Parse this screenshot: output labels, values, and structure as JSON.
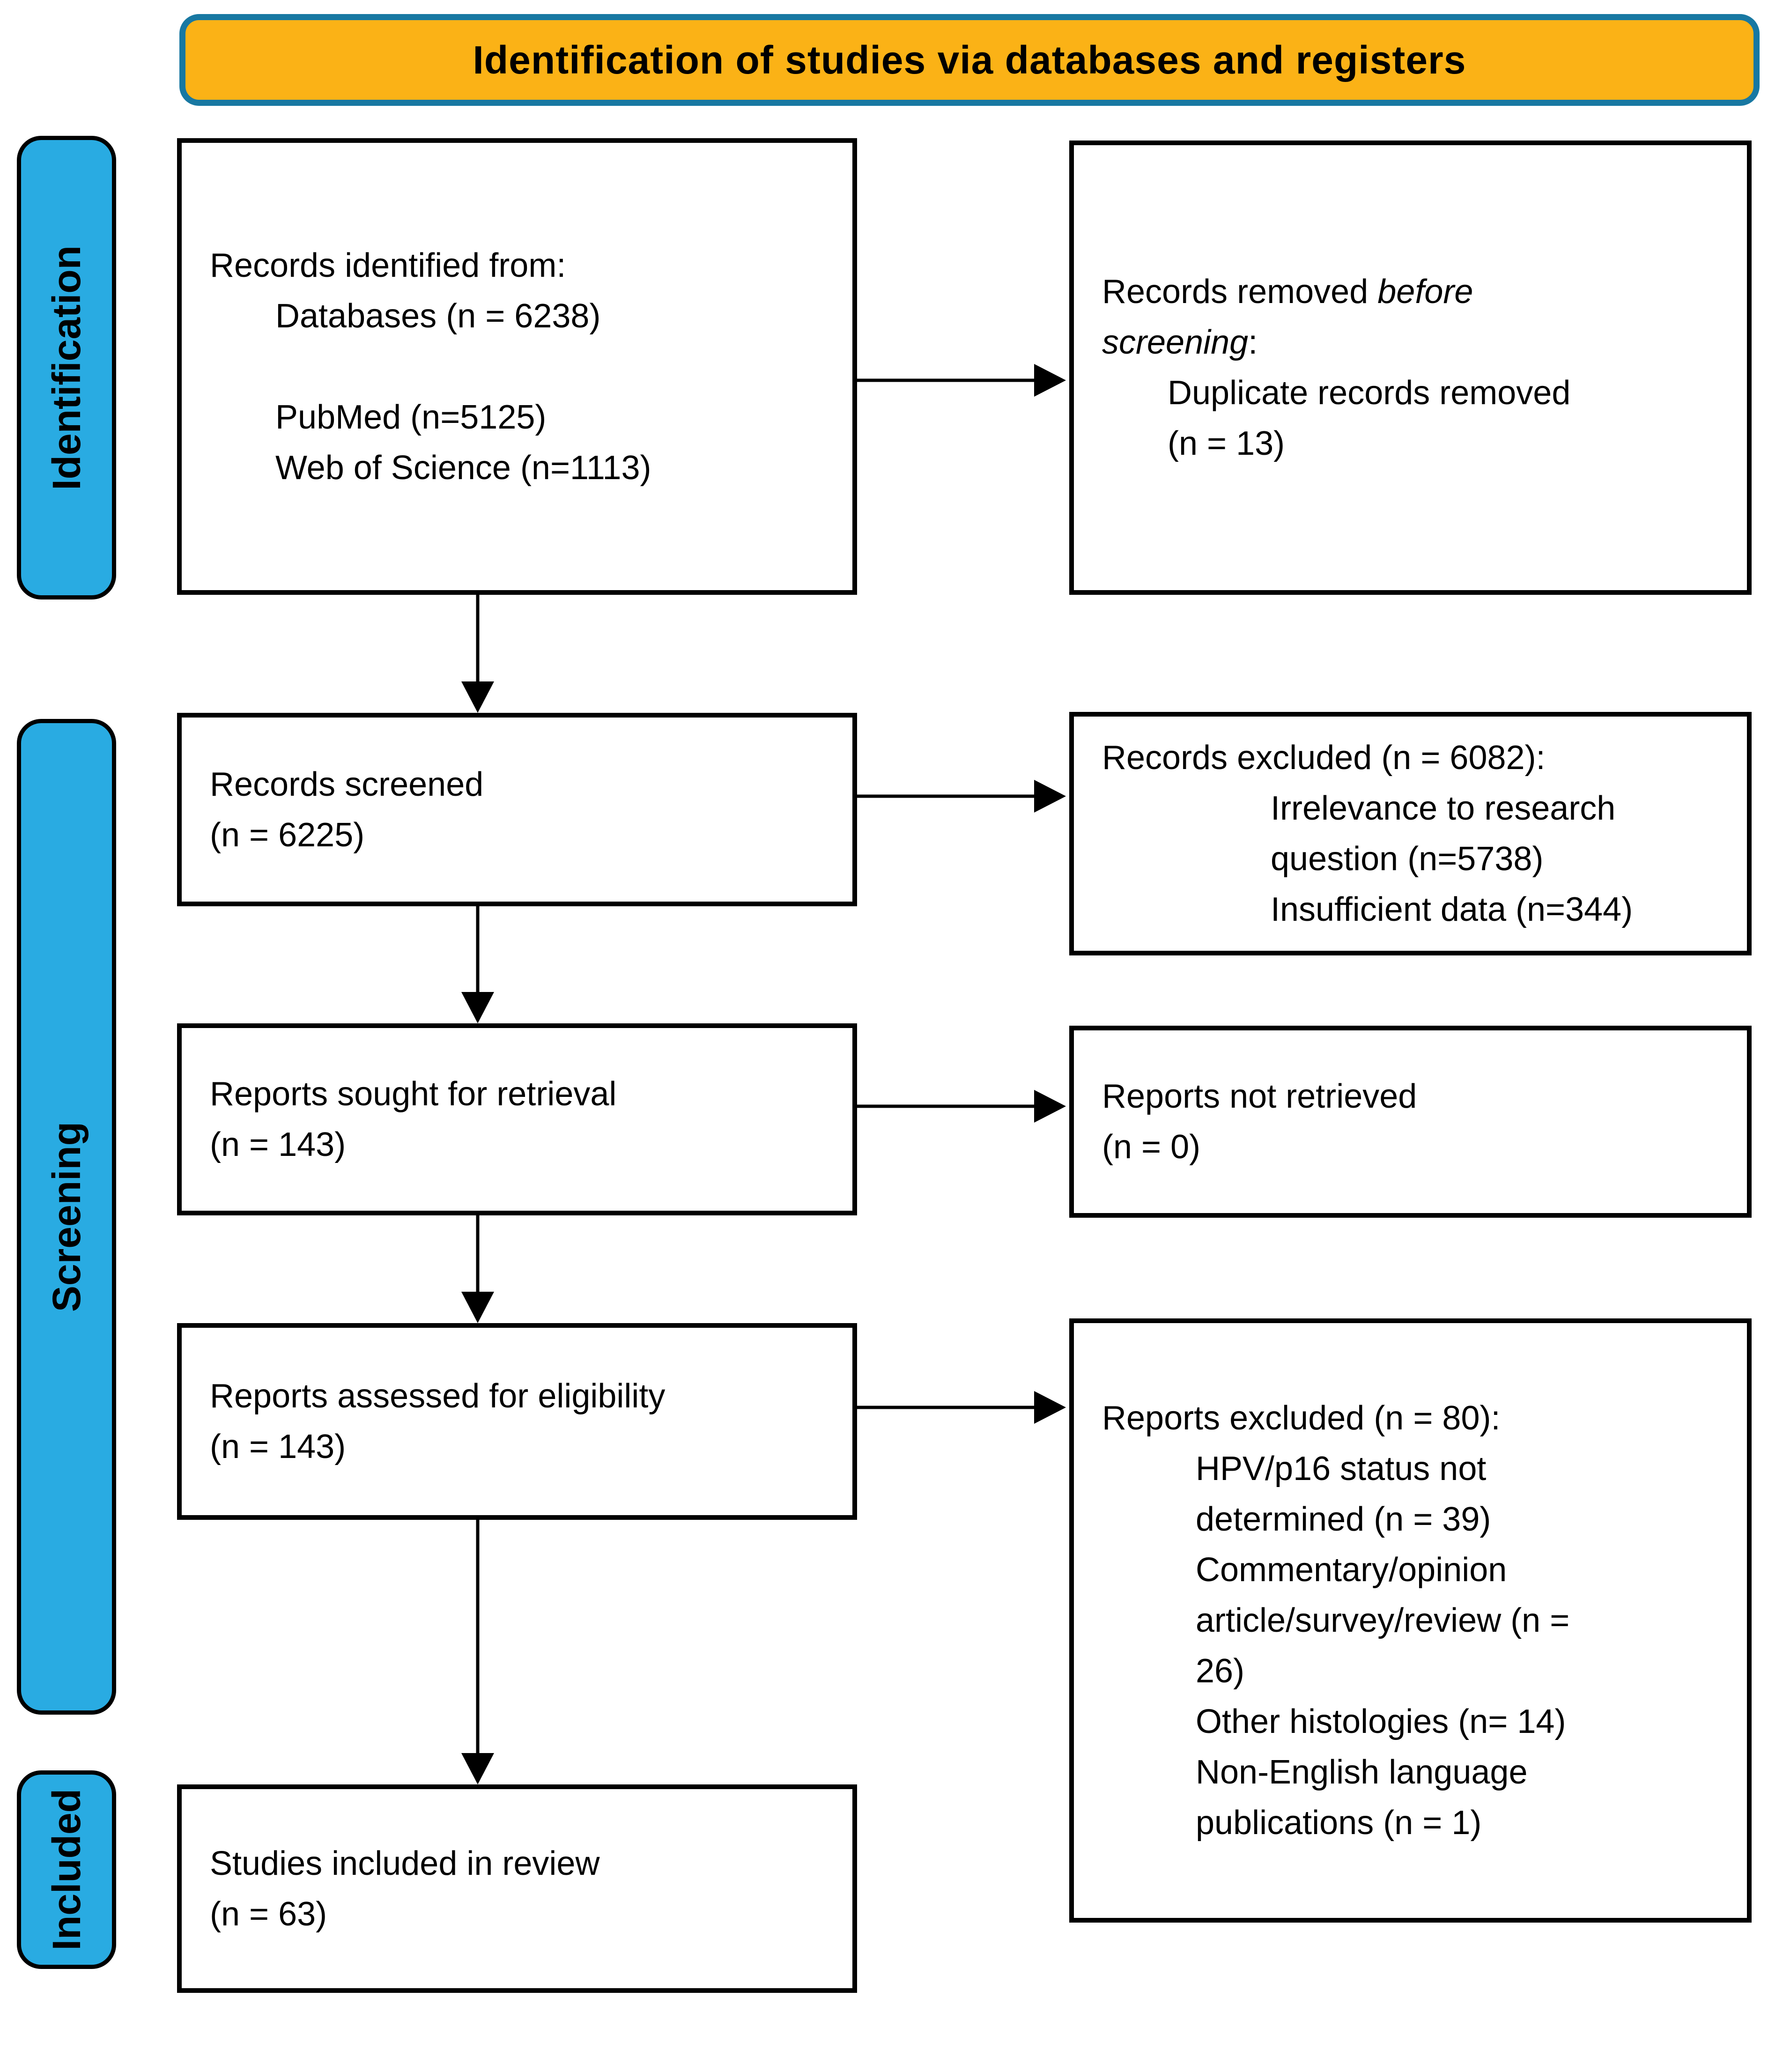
{
  "banner": {
    "title": "Identification of studies via databases and registers"
  },
  "sidebar": {
    "identification": "Identification",
    "screening": "Screening",
    "included": "Included"
  },
  "boxes": {
    "records_identified": {
      "header": "Records identified from:",
      "databases": "Databases (n = 6238)",
      "pubmed": "PubMed (n=5125)",
      "web_of_science": "Web of Science (n=1113)"
    },
    "records_removed": {
      "header_prefix": "Records removed ",
      "header_italic": "before screening",
      "header_suffix": ":",
      "duplicates": "Duplicate records removed (n = 13)"
    },
    "records_screened": {
      "title": "Records screened",
      "count": "(n = 6225)"
    },
    "records_excluded": {
      "header": "Records excluded (n = 6082):",
      "irrelevance": "Irrelevance to research question (n=5738)",
      "insufficient": "Insufficient data (n=344)"
    },
    "reports_sought": {
      "title": "Reports sought for retrieval",
      "count": "(n = 143)"
    },
    "reports_not_retrieved": {
      "title": "Reports not retrieved",
      "count": "(n = 0)"
    },
    "reports_assessed": {
      "title": "Reports assessed for eligibility",
      "count": "(n = 143)"
    },
    "reports_excluded": {
      "header": "Reports excluded (n = 80):",
      "hpv_p16": "HPV/p16 status not determined (n = 39)",
      "commentary": "Commentary/opinion article/survey/review (n = 26)",
      "other_histologies": "Other histologies (n= 14)",
      "non_english": "Non-English language publications (n = 1)"
    },
    "studies_included": {
      "title": "Studies included in review",
      "count": "(n = 63)"
    }
  },
  "colors": {
    "banner_fill": "#FBB216",
    "banner_border": "#1878A2",
    "stage_fill": "#29ABE2",
    "box_border": "#000000",
    "arrow": "#000000"
  }
}
